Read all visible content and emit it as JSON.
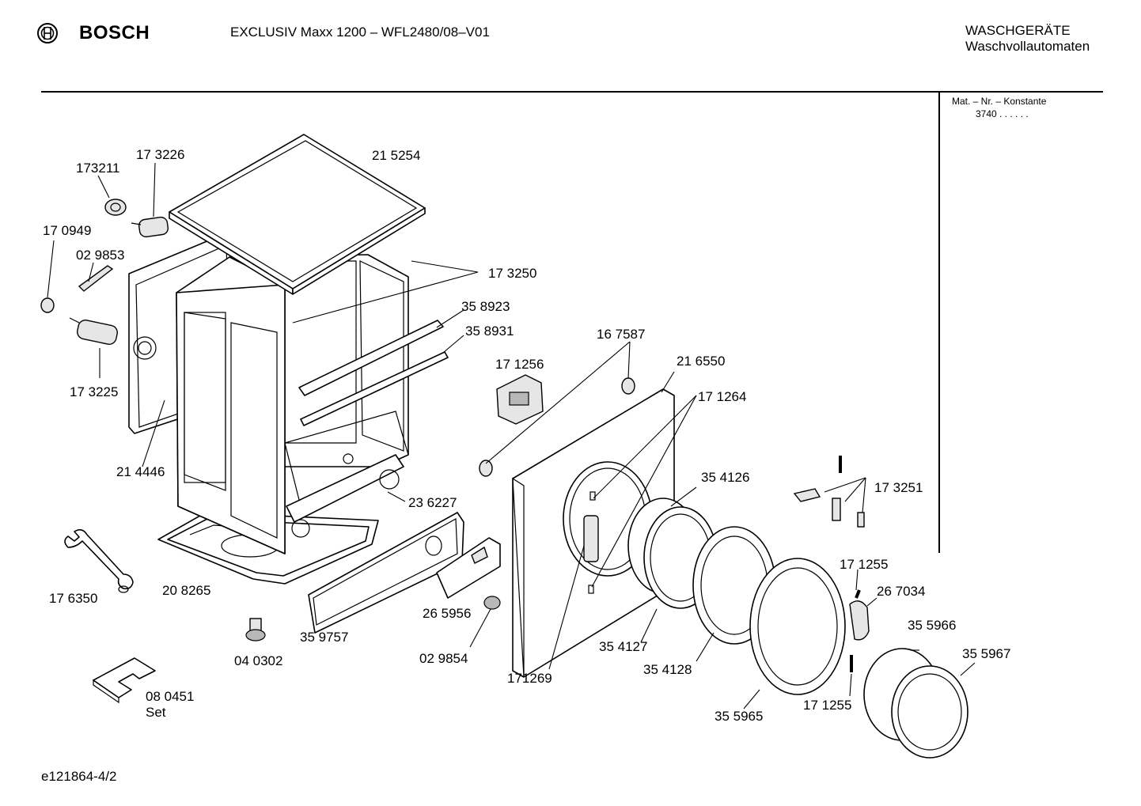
{
  "header": {
    "brand": "BOSCH",
    "model": "EXCLUSIV Maxx 1200 – WFL2480/08–V01",
    "category": "WASCHGERÄTE",
    "subcategory": "Waschvollautomaten"
  },
  "side_panel": {
    "title": "Mat. – Nr. – Konstante",
    "value": "3740  .   .     .  .  .  ."
  },
  "footer": {
    "doc_id": "e121864-4/2"
  },
  "parts": {
    "p173211": "173211",
    "p173226": "17 3226",
    "p215254": "21 5254",
    "p170949": "17 0949",
    "p029853": "02 9853",
    "p173250": "17 3250",
    "p358923": "35 8923",
    "p358931": "35 8931",
    "p173225": "17 3225",
    "p167587": "16 7587",
    "p171256": "17 1256",
    "p216550": "21 6550",
    "p171264": "17 1264",
    "p214446": "21 4446",
    "p354126": "35 4126",
    "p173251": "17 3251",
    "p236227": "23 6227",
    "p171255a": "17 1255",
    "p267034": "26 7034",
    "p176350": "17 6350",
    "p208265": "20 8265",
    "p265956": "26 5956",
    "p355966": "35 5966",
    "p355967": "35 5967",
    "p359757": "35 9757",
    "p354127": "35 4127",
    "p040302": "04 0302",
    "p029854": "02 9854",
    "p354128": "35 4128",
    "p171269": "171269",
    "p080451": "08 0451",
    "p080451_note": "Set",
    "p171255b": "17 1255",
    "p355965": "35 5965"
  }
}
